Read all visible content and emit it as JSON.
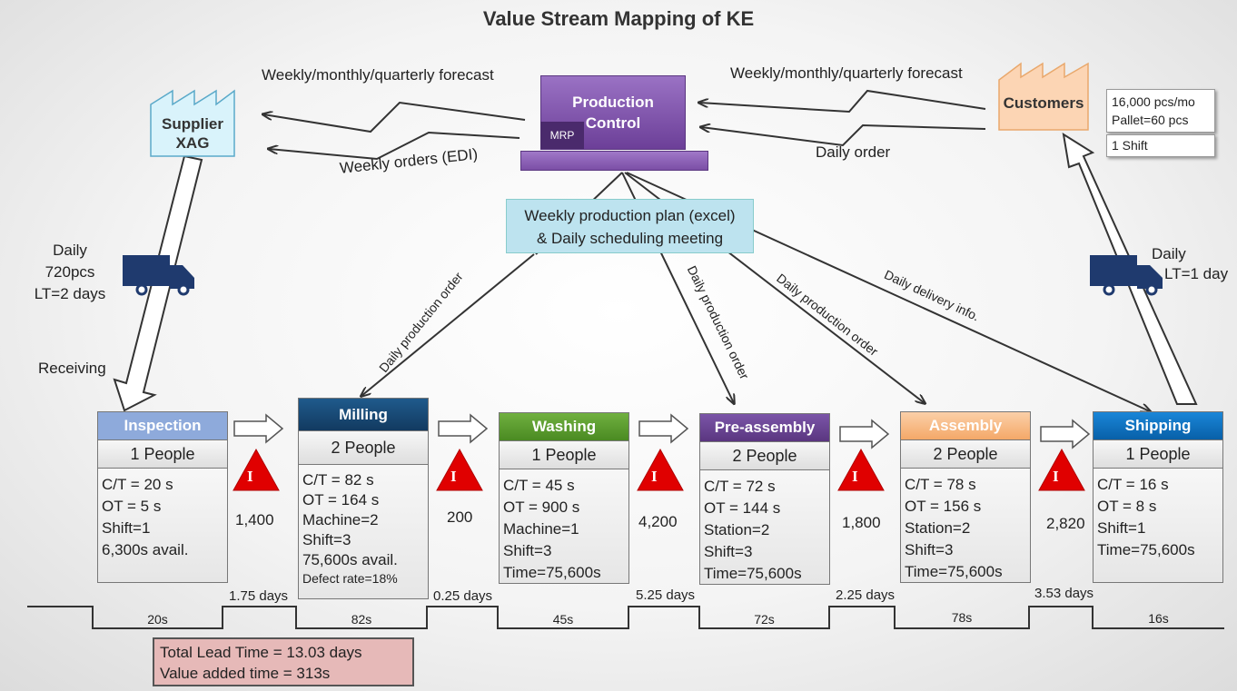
{
  "title": "Value Stream Mapping of KE",
  "supplier": {
    "name_line1": "Supplier",
    "name_line2": "XAG"
  },
  "customers": {
    "name": "Customers"
  },
  "customer_data": {
    "demand": "16,000 pcs/mo",
    "pallet": "Pallet=60 pcs",
    "shift": "1 Shift"
  },
  "production_control": {
    "line1": "Production",
    "line2": "Control",
    "mrp": "MRP"
  },
  "plan_box": {
    "line1": "Weekly production plan (excel)",
    "line2": "& Daily scheduling meeting"
  },
  "flows": {
    "forecast_left": "Weekly/monthly/quarterly forecast",
    "forecast_right": "Weekly/monthly/quarterly forecast",
    "weekly_orders": "Weekly orders (EDI)",
    "daily_order": "Daily order",
    "po1": "Daily production order",
    "po2": "Daily production order",
    "po3": "Daily production order",
    "delivery_info": "Daily delivery info."
  },
  "inbound": {
    "line1": "Daily",
    "line2": "720pcs",
    "line3": "LT=2 days",
    "receiving": "Receiving"
  },
  "outbound": {
    "line1": "Daily",
    "line2": "LT=1 day"
  },
  "processes": [
    {
      "name": "Inspection",
      "people": "1 People",
      "color": "#8eaadb",
      "lines": [
        "C/T = 20 s",
        "OT = 5 s",
        "Shift=1",
        "6,300s avail."
      ],
      "note": ""
    },
    {
      "name": "Milling",
      "people": "2 People",
      "color": "#1f4e79",
      "lines": [
        "C/T = 82 s",
        "OT = 164 s",
        "Machine=2",
        "Shift=3",
        "75,600s avail."
      ],
      "note": "Defect rate=18%"
    },
    {
      "name": "Washing",
      "people": "1 People",
      "color": "#5b9b2e",
      "lines": [
        "C/T = 45 s",
        "OT = 900 s",
        "Machine=1",
        "Shift=3",
        "Time=75,600s"
      ],
      "note": ""
    },
    {
      "name": "Pre-assembly",
      "people": "2 People",
      "color": "#5e3a8e",
      "lines": [
        "C/T = 72 s",
        "OT = 144 s",
        "Station=2",
        "Shift=3",
        "Time=75,600s"
      ],
      "note": ""
    },
    {
      "name": "Assembly",
      "people": "2 People",
      "color": "#f4b183",
      "lines": [
        "C/T = 78 s",
        "OT = 156 s",
        "Station=2",
        "Shift=3",
        "Time=75,600s"
      ],
      "note": ""
    },
    {
      "name": "Shipping",
      "people": "1 People",
      "color": "#0a6fc2",
      "lines": [
        "C/T = 16 s",
        "OT = 8 s",
        "Shift=1",
        "Time=75,600s"
      ],
      "note": ""
    }
  ],
  "inventory": {
    "symbol": "I",
    "values": [
      "1,400",
      "200",
      "4,200",
      "1,800",
      "2,820"
    ]
  },
  "timeline": {
    "wait_days": [
      "1.75 days",
      "0.25 days",
      "5.25 days",
      "2.25 days",
      "3.53 days"
    ],
    "cycle_times": [
      "20s",
      "82s",
      "45s",
      "72s",
      "78s",
      "16s"
    ]
  },
  "summary": {
    "lead_time": "Total Lead Time = 13.03 days",
    "value_added": "Value added time = 313s"
  }
}
